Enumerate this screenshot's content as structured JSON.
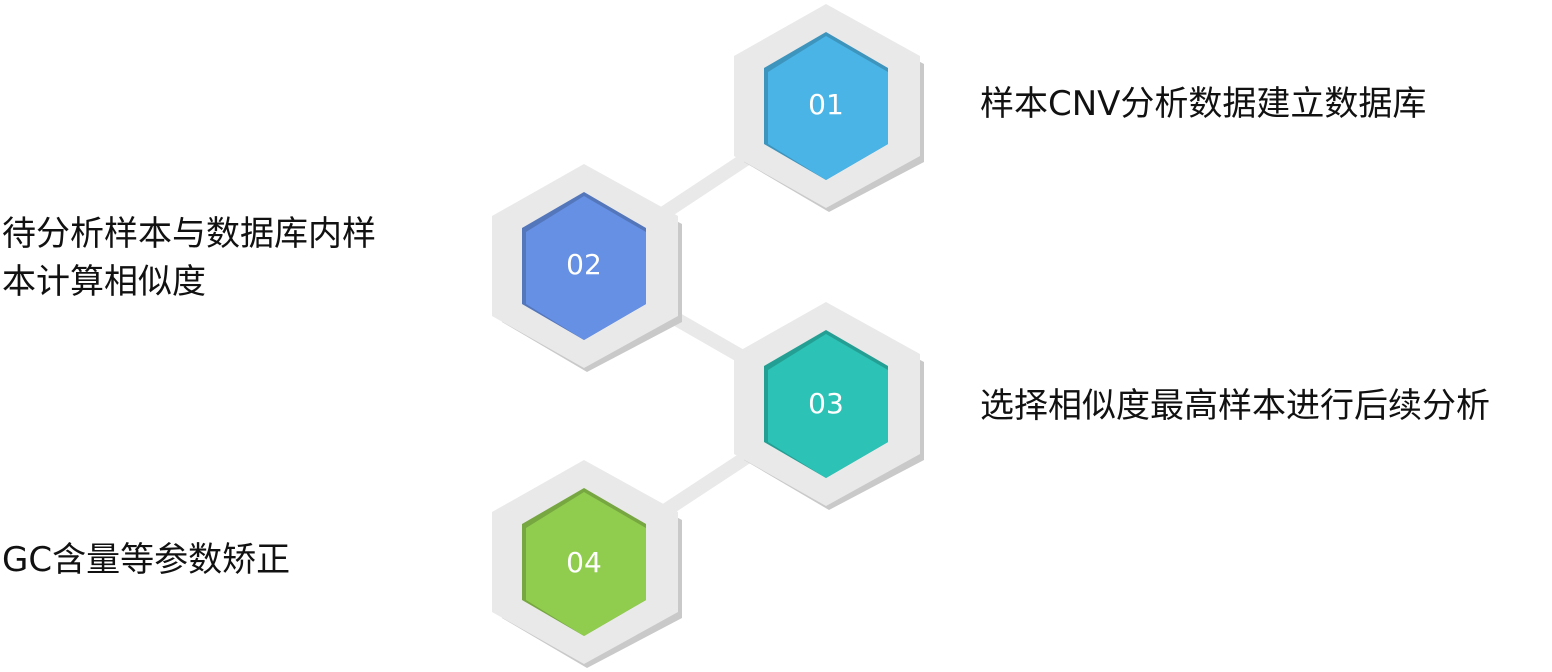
{
  "steps": [
    {
      "number": "01",
      "color": "#4ab4e6",
      "text_lines": [
        "样本CNV分析数据建立数据库"
      ]
    },
    {
      "number": "02",
      "color": "#6690e4",
      "text_lines": [
        "待分析样本与数据库内样",
        "本计算相似度"
      ]
    },
    {
      "number": "03",
      "color": "#2cc2b5",
      "text_lines": [
        "选择相似度最高样本进行后续分析"
      ]
    },
    {
      "number": "04",
      "color": "#90cc4e",
      "text_lines": [
        "GC含量等参数矫正"
      ]
    }
  ],
  "colors": {
    "outer_hexagon": "#e9e9e9",
    "connector": "#e9e9e9",
    "shadow": "#c9c9c9"
  }
}
